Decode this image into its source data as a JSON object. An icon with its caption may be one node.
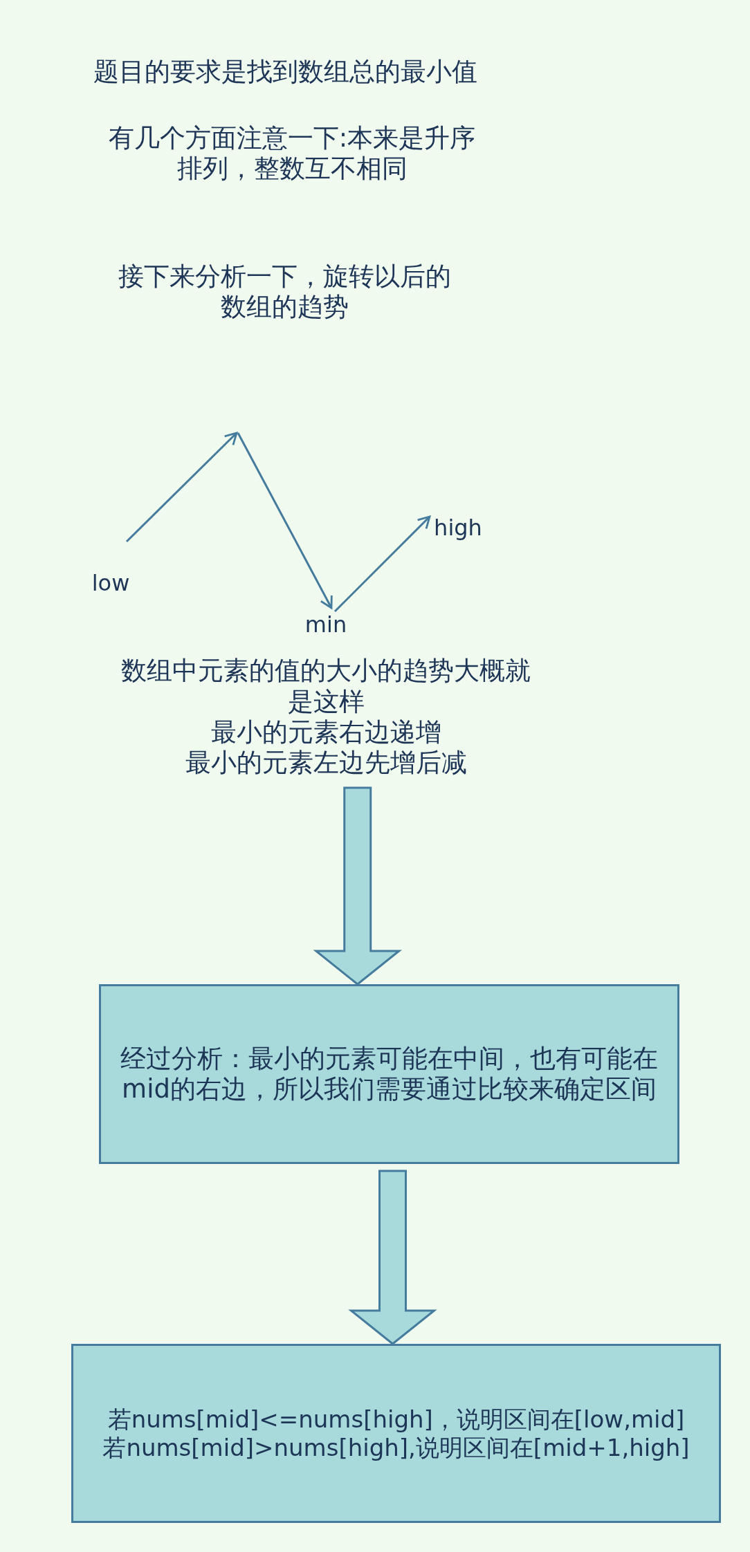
{
  "diagram": {
    "nodes": [
      {
        "text": [
          "数组中元素的值的大小的趋势大概就是这样",
          "最小的元素右边递增",
          "最小的元素左边先增后减"
        ]
      },
      {
        "text": [
          "经过分析：最小的元素可能在中间，也有可能在mid的右边，所以我们需要通过比较来确定区间"
        ]
      },
      {
        "text": [
          "若nums[mid]<=nums[high]，说明区间在[low,mid]",
          "若nums[mid]>nums[high],说明区间在[mid+1,high]"
        ]
      }
    ],
    "edges": [
      {
        "from": 0,
        "to": 1,
        "arrow": "to",
        "style": "thick"
      },
      {
        "from": 1,
        "to": 2,
        "arrow": "to",
        "style": "thick"
      }
    ],
    "labels": [
      "题目的要求是找到数组总的最小值",
      "有几个方面注意一下:本来是升序排列，整数互不相同",
      "接下来分析一下，旋转以后的数组的趋势",
      "low",
      "min",
      "high"
    ]
  }
}
